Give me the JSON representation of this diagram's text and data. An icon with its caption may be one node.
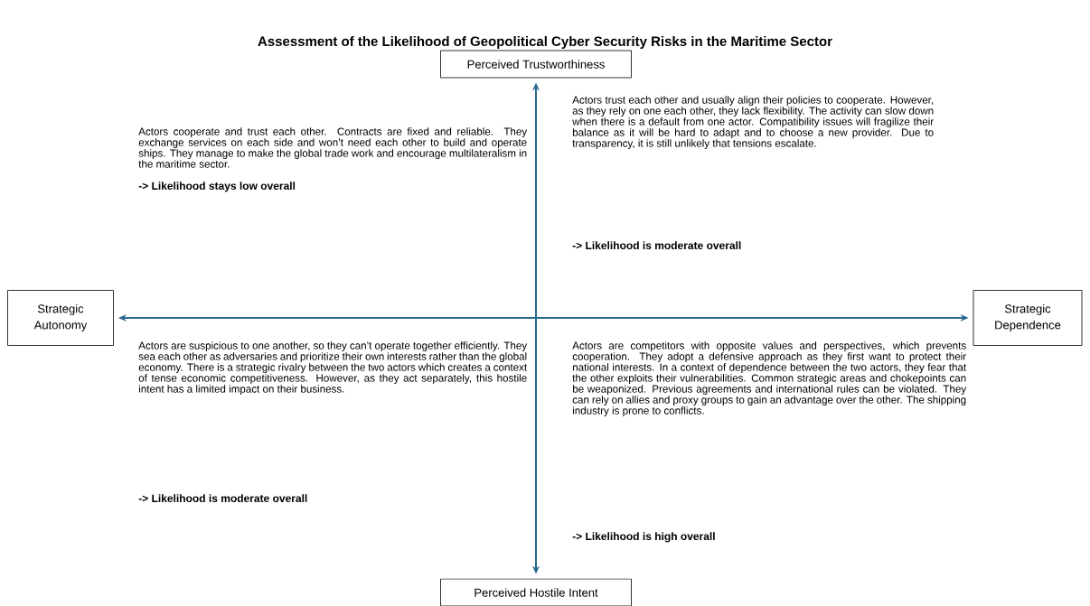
{
  "diagram": {
    "title": "Assessment of the Likelihood of Geopolitical Cyber Security Risks in the Maritime Sector",
    "nodes": [
      {
        "text": [
          "Perceived Trustworthiness"
        ]
      },
      {
        "text": [
          "Strategic Autonomy"
        ]
      },
      {
        "text": [
          "Strategic Dependence"
        ]
      },
      {
        "text": [
          "Perceived Hostile Intent"
        ]
      }
    ],
    "edges": [
      {
        "from": 0,
        "to": 3,
        "arrow": "both"
      },
      {
        "from": 1,
        "to": 2,
        "arrow": "both"
      }
    ],
    "labels": [
      "Actors cooperate and trust each other. Contracts are fixed and reliable. They exchange services on each side and won’t need each other to build and operate ships. They manage to make the global trade work and encourage multilateralism in the maritime sector.",
      "-> Likelihood stays low overall",
      "Actors trust each other and usually align their policies to cooperate. However, as they rely on one each other, they lack flexibility. The activity can slow down when there is a default from one actor. Compatibility issues will fragilize their balance as it will be hard to adapt and to choose a new provider. Due to transparency, it is still unlikely that tensions escalate.",
      "-> Likelihood is moderate overall",
      "Actors are suspicious to one another, so they can’t operate together efficiently. They sea each other as adversaries and prioritize their own interests rather than the global economy. There is a strategic rivalry between the two actors which creates a context of tense economic competitiveness. However, as they act separately, this hostile intent has a limited impact on their business.",
      "-> Likelihood is moderate overall",
      "Actors are competitors with opposite values and perspectives, which prevents cooperation. They adopt a defensive approach as they first want to protect their national interests. In a context of dependence between the two actors, they fear that the other exploits their vulnerabilities. Common strategic areas and chokepoints can be weaponized. Previous agreements and international rules can be violated. They can rely on allies and proxy groups to gain an advantage over the other. The shipping industry is prone to conflicts.",
      "-> Likelihood is high overall"
    ]
  }
}
